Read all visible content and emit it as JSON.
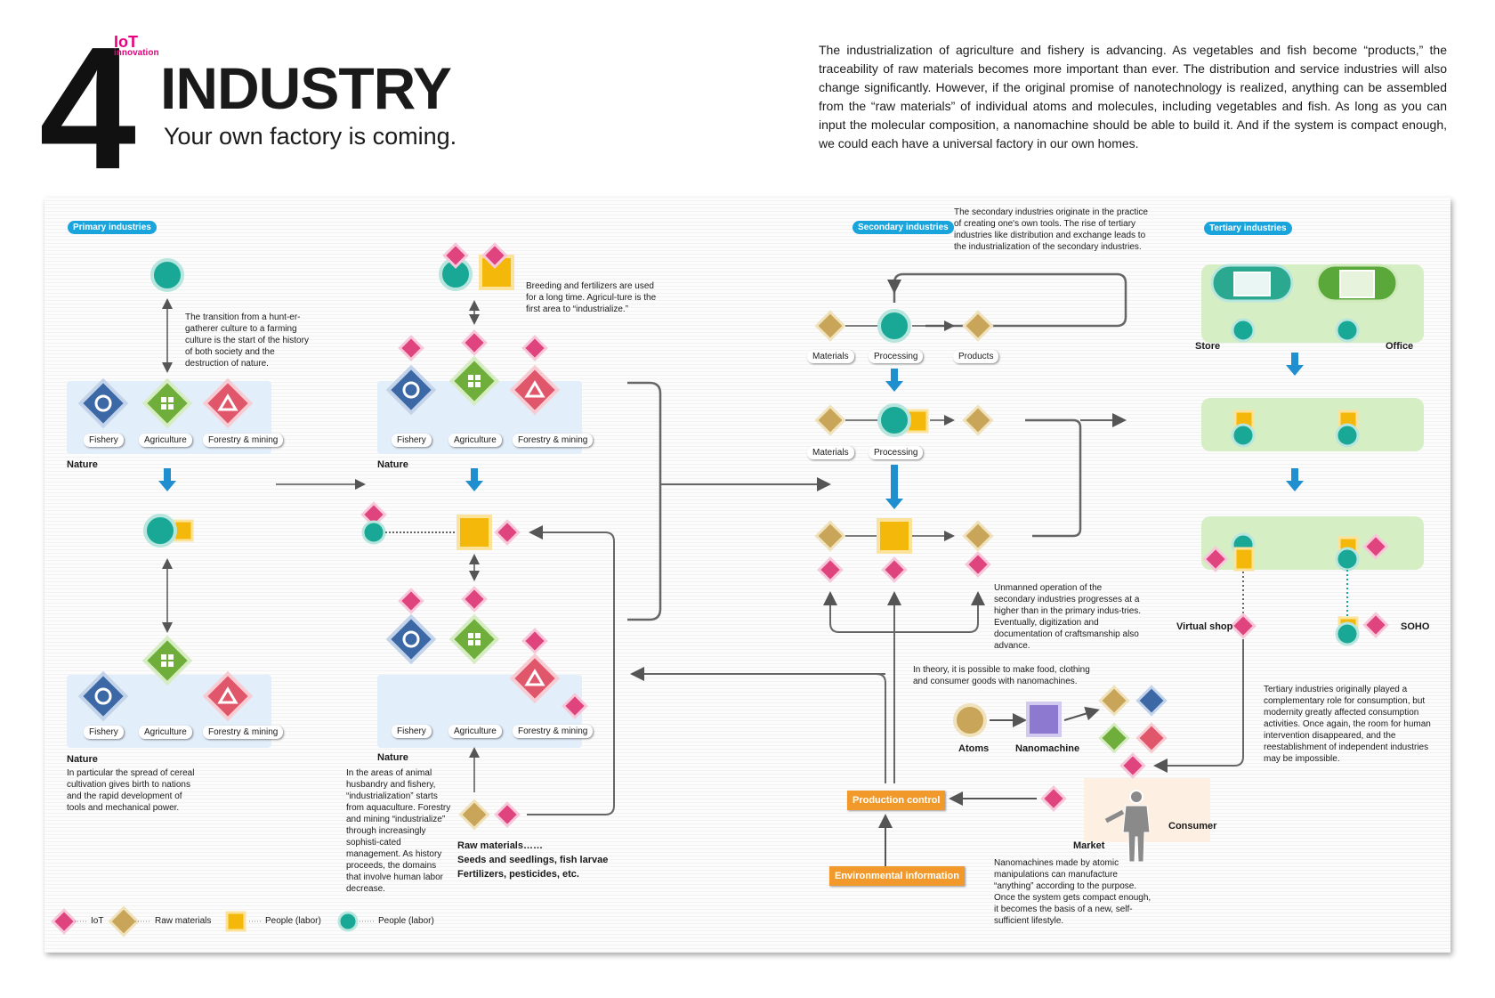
{
  "header": {
    "number": "4",
    "badge_line1": "IoT",
    "badge_line2": "innovation",
    "title": "INDUSTRY",
    "subtitle": "Your own factory is coming."
  },
  "intro_text": "The industrialization of agriculture and fishery is advancing. As vegetables and fish become “products,” the traceability of raw materials becomes more important than ever.  The distribution and service industries will also change significantly. However, if the original promise of nanotechnology is realized, anything can be assembled from the “raw materials” of individual atoms and molecules, including vegetables and fish. As long as you can input the molecular composition, a nanomachine should be able to build it. And if the system is compact enough, we could each have a universal factory in our own homes.",
  "sections": {
    "primary": "Primary industries",
    "secondary": "Secondary industries",
    "tertiary": "Tertiary industries"
  },
  "resource_labels": {
    "fishery": "Fishery",
    "agriculture": "Agriculture",
    "forestry": "Forestry & mining",
    "nature": "Nature"
  },
  "notes": {
    "hunter": "The transition from a hunt-er-gatherer culture to a farming culture is the start of the history of both society and the destruction of nature.",
    "cereal": "In particular the spread of cereal cultivation gives birth to nations and the rapid development of tools and mechanical power.",
    "breeding": "Breeding and fertilizers are used for a long time. Agricul-ture is the first area to “industrialize.”",
    "husbandry": "In the areas of animal husbandry and fishery, “industrialization” starts from aquaculture. Forestry and mining “industrialize” through increasingly sophisti-cated management. As history proceeds, the domains that involve human labor decrease.",
    "secondary_origin": "The secondary industries originate in the practice of creating one's own tools. The rise of tertiary industries like distribution and exchange leads to the industrialization of the secondary industries.",
    "unmanned": "Unmanned operation of the secondary industries progresses at a higher than in the primary indus-tries. Eventually, digitization and documentation of craftsmanship also advance.",
    "nano_theory": "In theory, it is possible to make food, clothing and consumer goods with nanomachines.",
    "nano_made": "Nanomachines made by atomic manipulations can manufacture “anything” according to the purpose. Once the system gets compact enough, it becomes the basis of a new, self-sufficient lifestyle.",
    "tertiary": "Tertiary industries originally played a complementary role for consumption, but modernity greatly affected consumption activities. Once again, the room for human intervention disappeared, and the reestablishment of independent industries may be impossible."
  },
  "raw_materials": {
    "line1": "Raw materials……",
    "line2": "Seeds and seedlings, fish larvae",
    "line3": "Fertilizers, pesticides, etc."
  },
  "process_labels": {
    "materials": "Materials",
    "processing": "Processing",
    "products": "Products"
  },
  "tertiary_labels": {
    "store": "Store",
    "office": "Office",
    "virtual_shop": "Virtual shop",
    "soho": "SOHO"
  },
  "nano_labels": {
    "atoms": "Atoms",
    "nanomachine": "Nanomachine",
    "consumer": "Consumer",
    "market": "Market",
    "production_control": "Production control",
    "environmental_information": "Environmental information"
  },
  "legend": [
    {
      "label": "IoT",
      "icon": "pink-diamond"
    },
    {
      "label": "Raw materials",
      "icon": "tan-diamond"
    },
    {
      "label": "People (labor)",
      "icon": "yellow-square"
    },
    {
      "label": "People (labor)",
      "icon": "teal-circle"
    }
  ],
  "colors": {
    "iot_pink": "#e0447f",
    "raw_tan": "#c9a55a",
    "labor_yellow": "#f4b80a",
    "labor_teal": "#1aa896",
    "section_blue": "#1aa4dc",
    "accent_magenta": "#e6007e",
    "arrow_blue": "#1f8fd0",
    "orange": "#f19a2b",
    "nano_purple": "#8d7ad0"
  }
}
